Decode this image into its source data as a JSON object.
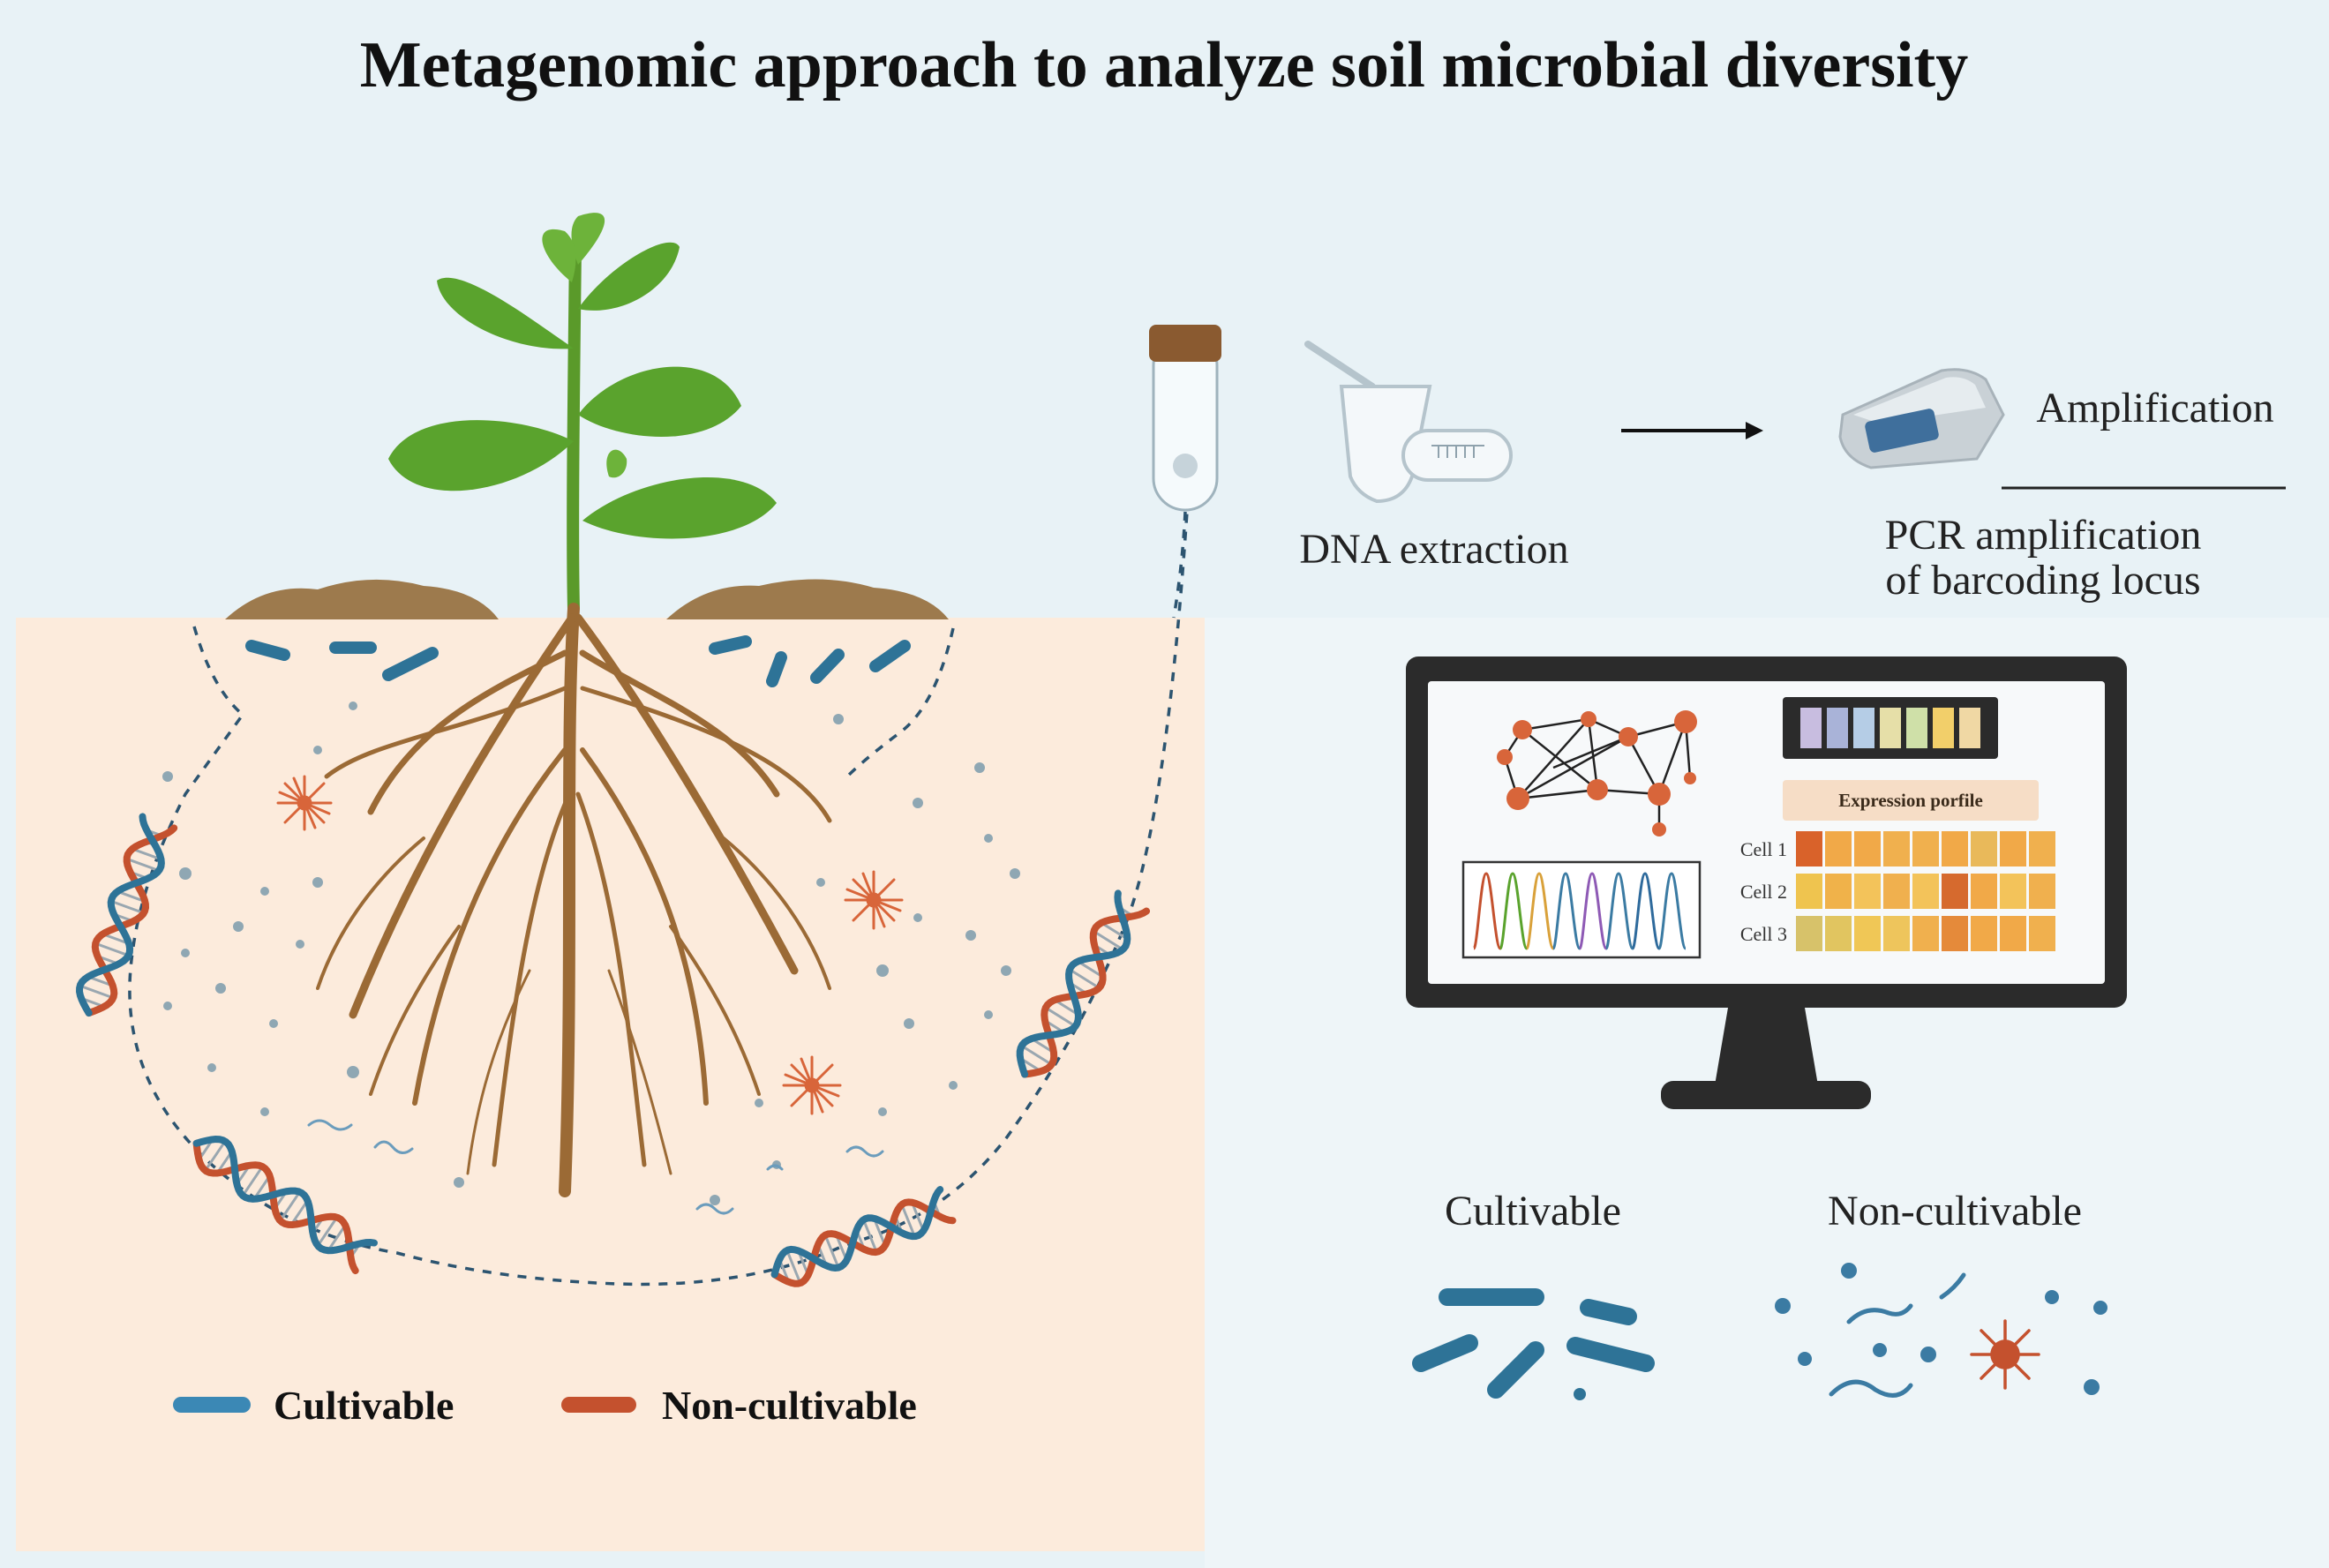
{
  "title": "Metagenomic approach to analyze soil microbial diversity",
  "steps": {
    "dna_extraction": "DNA extraction",
    "amplification": "Amplification",
    "pcr_line1": "PCR amplification",
    "pcr_line2": "of barcoding locus"
  },
  "monitor": {
    "expression_header": "Expression porfile",
    "cells": [
      "Cell 1",
      "Cell 2",
      "Cell 3"
    ],
    "heatmap": [
      [
        "#d9622a",
        "#f1a948",
        "#f1a948",
        "#f0b04e",
        "#f0b04e",
        "#f1a948",
        "#e9b95a",
        "#f1a948",
        "#f0b04e"
      ],
      [
        "#efc44f",
        "#f0b24a",
        "#f3c35a",
        "#f0b04e",
        "#f3c35a",
        "#d66a2e",
        "#f1a948",
        "#f3c35a",
        "#f0b04e"
      ],
      [
        "#d7c26a",
        "#e1c560",
        "#f0c756",
        "#eec55c",
        "#f0b04e",
        "#e58a3a",
        "#f1a948",
        "#f1a948",
        "#f0b04e"
      ]
    ],
    "gel_bands": [
      "#c8bde0",
      "#a9b3d8",
      "#b5cde6",
      "#e6dfa8",
      "#cfe0a8",
      "#f2cf6a",
      "#f0d8a4"
    ]
  },
  "right_legend": {
    "cultivable": "Cultivable",
    "non_cultivable": "Non-cultivable"
  },
  "bottom_legend": {
    "cultivable": "Cultivable",
    "non_cultivable": "Non-cultivable"
  },
  "colors": {
    "sky": "#e7f2f6",
    "soil": "#fcebdc",
    "cultivable": "#2e7397",
    "non_cultivable": "#c4512e",
    "root": "#9b6a35",
    "leaf": "#5aa32d"
  }
}
